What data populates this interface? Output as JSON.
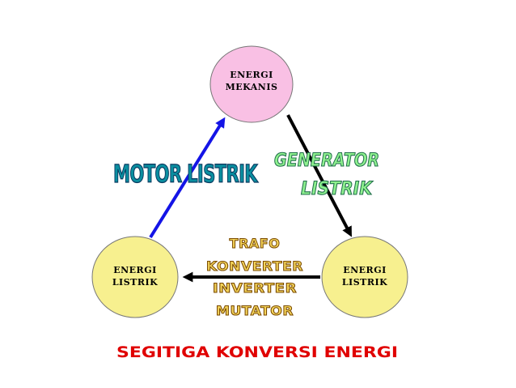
{
  "nodes": {
    "top": {
      "line1": "ENERGI",
      "line2": "MEKANIS",
      "fill": "#f9c0e4"
    },
    "left": {
      "line1": "ENERGI",
      "line2": "LISTRIK",
      "fill": "#f7f08f"
    },
    "right": {
      "line1": "ENERGI",
      "line2": "LISTRIK",
      "fill": "#f7f08f"
    }
  },
  "labels": {
    "motor": "MOTOR LISTRIK",
    "generator_line1": "GENERATOR",
    "generator_line2": "LISTRIK",
    "converters": [
      "TRAFO",
      "KONVERTER",
      "INVERTER",
      "MUTATOR"
    ]
  },
  "title": "SEGITIGA KONVERSI ENERGI",
  "colors": {
    "arrow_motor": "#1414e6",
    "arrow_other": "#000000",
    "title": "#e00000"
  }
}
